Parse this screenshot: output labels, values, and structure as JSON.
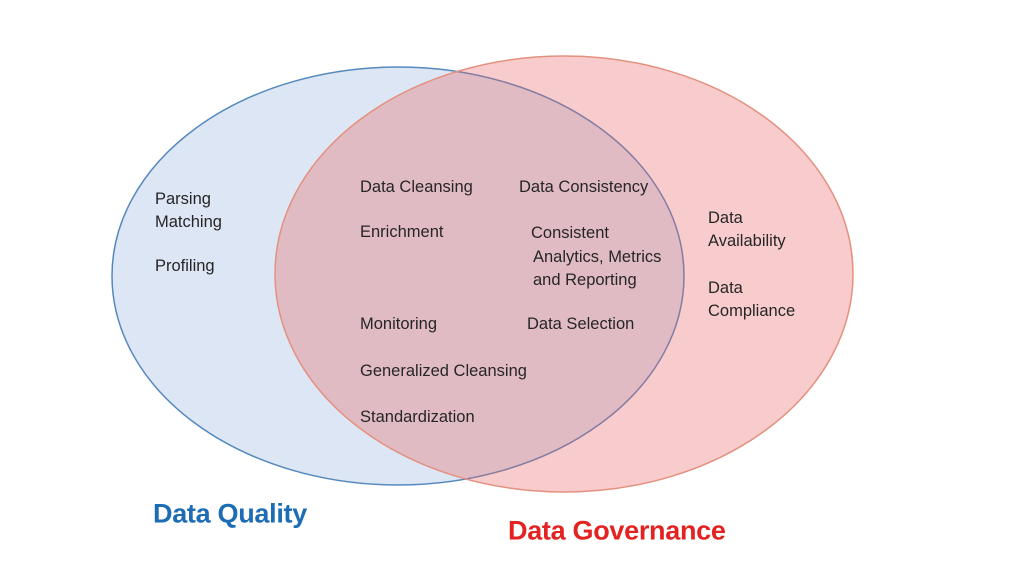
{
  "venn": {
    "background_color": "#ffffff",
    "text_color": "#262626",
    "left_circle": {
      "title": "Data Quality",
      "title_color": "#1C6DB6",
      "fill": "#4472C4",
      "fill_opacity": "0.18",
      "stroke": "#5589BE",
      "items": [
        "Parsing",
        "Matching",
        "Profiling"
      ]
    },
    "right_circle": {
      "title": "Data Governance",
      "title_color": "#E32222",
      "fill": "#E86060",
      "fill_opacity": "0.32",
      "stroke": "#E4907E",
      "items": [
        {
          "line1": "Data",
          "line2": "Availability"
        },
        {
          "line1": "Data",
          "line2": "Compliance"
        }
      ]
    },
    "overlap": {
      "left_column": [
        "Data Cleansing",
        "Enrichment",
        "Monitoring",
        "Generalized Cleansing",
        "Standardization"
      ],
      "right_column_top": "Data Consistency",
      "right_column_block": {
        "line1": "Consistent",
        "line2": "Analytics, Metrics",
        "line3": "and Reporting"
      },
      "right_column_bottom": "Data Selection"
    }
  }
}
